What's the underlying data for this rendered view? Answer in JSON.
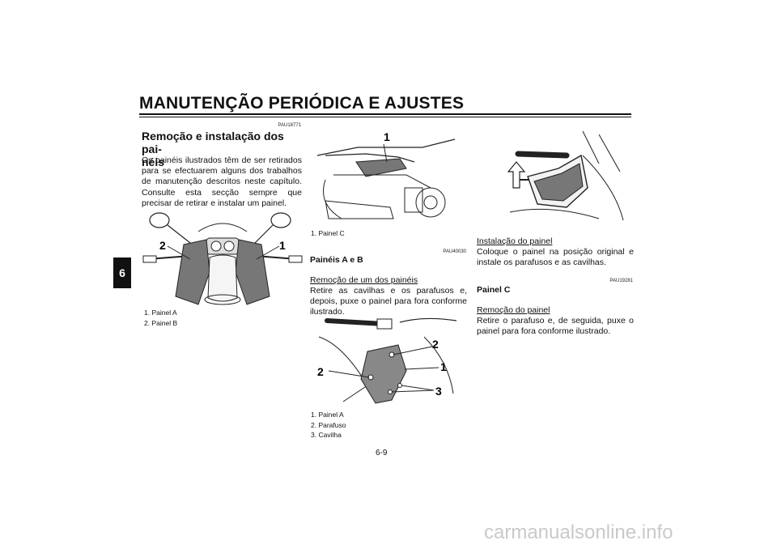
{
  "header": {
    "title": "MANUTENÇÃO PERIÓDICA E AJUSTES",
    "chapter_tab": "6"
  },
  "col1": {
    "code": "PAU18771",
    "heading_line1": "Remoção e instalação dos pai-",
    "heading_line2": "néis",
    "paragraph": "Os painéis ilustrados têm de ser retirados para se efectuarem alguns dos trabalhos de manutenção descritos neste capítulo. Consulte esta secção sempre que precisar de retirar e instalar um painel.",
    "figure_labels": [
      "2",
      "1"
    ],
    "captions": [
      "1.  Painel A",
      "2.  Painel B"
    ]
  },
  "col2": {
    "figure_top_label": "1",
    "caption_top": "1.  Painel C",
    "code": "PAU40030",
    "subheading": "Painéis A e B",
    "removal_title": "Remoção de um dos painéis",
    "removal_text": "Retire as cavilhas e os parafusos e, depois, puxe o painel para fora conforme ilustrado.",
    "figure_labels": [
      "2",
      "1",
      "2",
      "3"
    ],
    "captions": [
      "1.  Painel A",
      "2.  Parafuso",
      "3.  Cavilha"
    ]
  },
  "col3": {
    "install_title": "Instalação do painel",
    "install_text": "Coloque o painel na posição original e instale os parafusos e as cavilhas.",
    "code": "PAU19281",
    "subheading": "Painel C",
    "removal_title": "Remoção do painel",
    "removal_text": "Retire o parafuso e, de seguida, puxe o painel para fora conforme ilustrado."
  },
  "footer": {
    "page_number": "6-9",
    "watermark": "carmanualsonline.info"
  }
}
